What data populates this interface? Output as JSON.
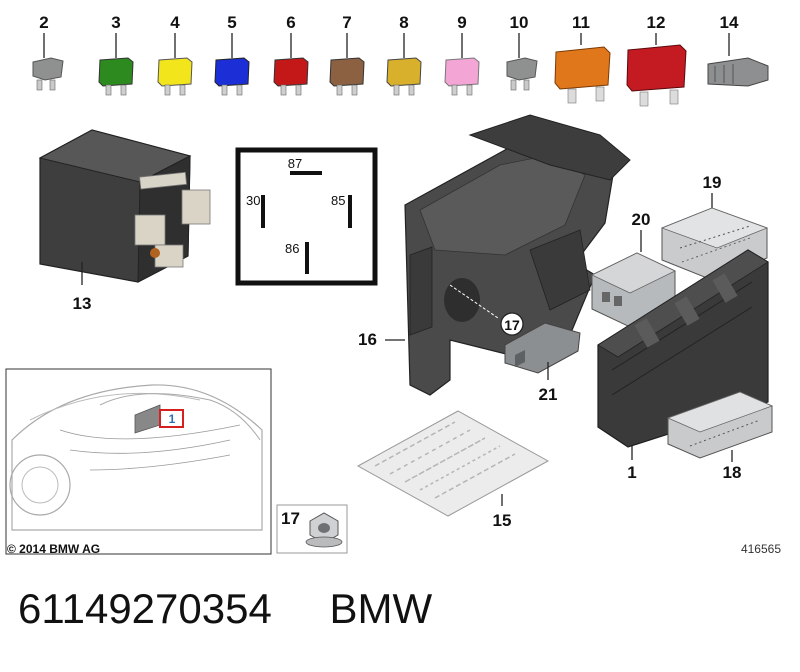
{
  "fuses": [
    {
      "num": "2",
      "color": "#8f9191"
    },
    {
      "num": "3",
      "color": "#2d8a1f"
    },
    {
      "num": "4",
      "color": "#f2e51c"
    },
    {
      "num": "5",
      "color": "#1c2fd6"
    },
    {
      "num": "6",
      "color": "#c41717"
    },
    {
      "num": "7",
      "color": "#8b6142"
    },
    {
      "num": "8",
      "color": "#d8b02c"
    },
    {
      "num": "9",
      "color": "#f3a6d6"
    },
    {
      "num": "10",
      "color": "#8f9191"
    },
    {
      "num": "11",
      "color": "#e0781b"
    },
    {
      "num": "12",
      "color": "#c41a22"
    },
    {
      "num": "14",
      "color": "#8d8f90"
    }
  ],
  "relay": {
    "callout": "13"
  },
  "relay_schematic": {
    "pins": [
      "87",
      "30",
      "85",
      "86"
    ]
  },
  "callouts": {
    "c16": "16",
    "c17_circle": "17",
    "c19": "19",
    "c20": "20",
    "c21": "21",
    "c1": "1",
    "c18": "18",
    "c15": "15",
    "c17_box": "17"
  },
  "inset": {
    "copyright": "© 2014 BMW AG",
    "location_marker": "1"
  },
  "image_id": "416565",
  "footer": {
    "part_number": "61149270354",
    "brand": "BMW"
  }
}
